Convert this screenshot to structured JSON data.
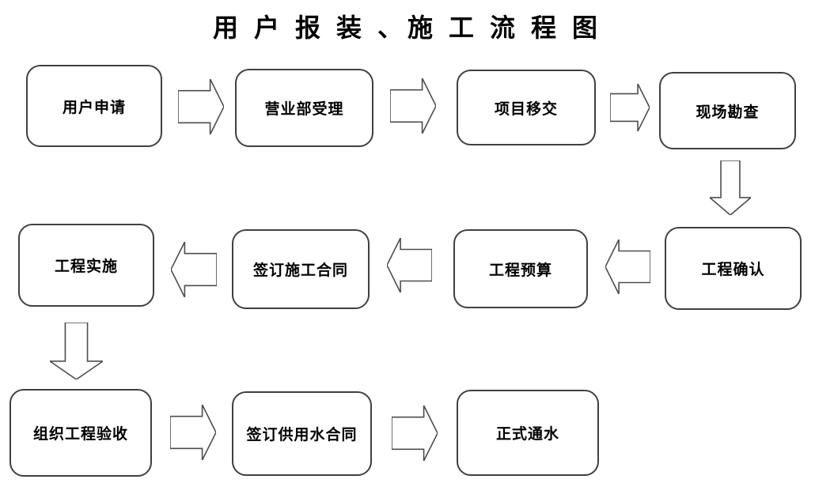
{
  "title": "用 户 报 装 、施 工 流 程 图",
  "colors": {
    "background": "#ffffff",
    "node_border": "#404040",
    "arrow_stroke": "#4d4d4d",
    "text": "#000000"
  },
  "flowchart": {
    "nodes": [
      {
        "id": "n1",
        "label": "用户申请"
      },
      {
        "id": "n2",
        "label": "营业部受理"
      },
      {
        "id": "n3",
        "label": "项目移交"
      },
      {
        "id": "n4",
        "label": "现场勘查"
      },
      {
        "id": "n5",
        "label": "工程确认"
      },
      {
        "id": "n6",
        "label": "工程预算"
      },
      {
        "id": "n7",
        "label": "签订施工合同"
      },
      {
        "id": "n8",
        "label": "工程实施"
      },
      {
        "id": "n9",
        "label": "组织工程验收"
      },
      {
        "id": "n10",
        "label": "签订供用水合同"
      },
      {
        "id": "n11",
        "label": "正式通水"
      }
    ],
    "edges": [
      {
        "from": "用户申请",
        "to": "营业部受理",
        "direction": "right"
      },
      {
        "from": "营业部受理",
        "to": "项目移交",
        "direction": "right"
      },
      {
        "from": "项目移交",
        "to": "现场勘查",
        "direction": "right"
      },
      {
        "from": "现场勘查",
        "to": "工程确认",
        "direction": "down"
      },
      {
        "from": "工程确认",
        "to": "工程预算",
        "direction": "left"
      },
      {
        "from": "工程预算",
        "to": "签订施工合同",
        "direction": "left"
      },
      {
        "from": "签订施工合同",
        "to": "工程实施",
        "direction": "left"
      },
      {
        "from": "工程实施",
        "to": "组织工程验收",
        "direction": "down"
      },
      {
        "from": "组织工程验收",
        "to": "签订供用水合同",
        "direction": "right"
      },
      {
        "from": "签订供用水合同",
        "to": "正式通水",
        "direction": "right"
      }
    ]
  }
}
